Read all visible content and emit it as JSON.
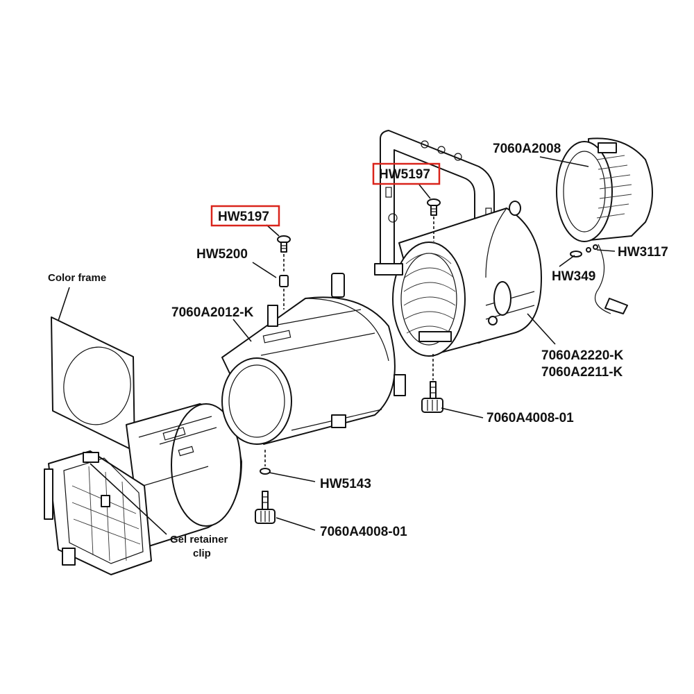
{
  "colors": {
    "highlight": "#d9241b",
    "line": "#111111",
    "background": "#ffffff"
  },
  "labels": {
    "hw5197_left": "HW5197",
    "hw5197_right": "HW5197",
    "hw5200": "HW5200",
    "color_frame": "Color frame",
    "a2012k": "7060A2012-K",
    "a2008": "7060A2008",
    "hw3117": "HW3117",
    "hw349": "HW349",
    "a2220k": "7060A2220-K",
    "a2211k": "7060A2211-K",
    "a4008_right": "7060A4008-01",
    "hw5143": "HW5143",
    "a4008_bottom": "7060A4008-01",
    "gel_line1": "Gel retainer",
    "gel_line2": "clip"
  }
}
